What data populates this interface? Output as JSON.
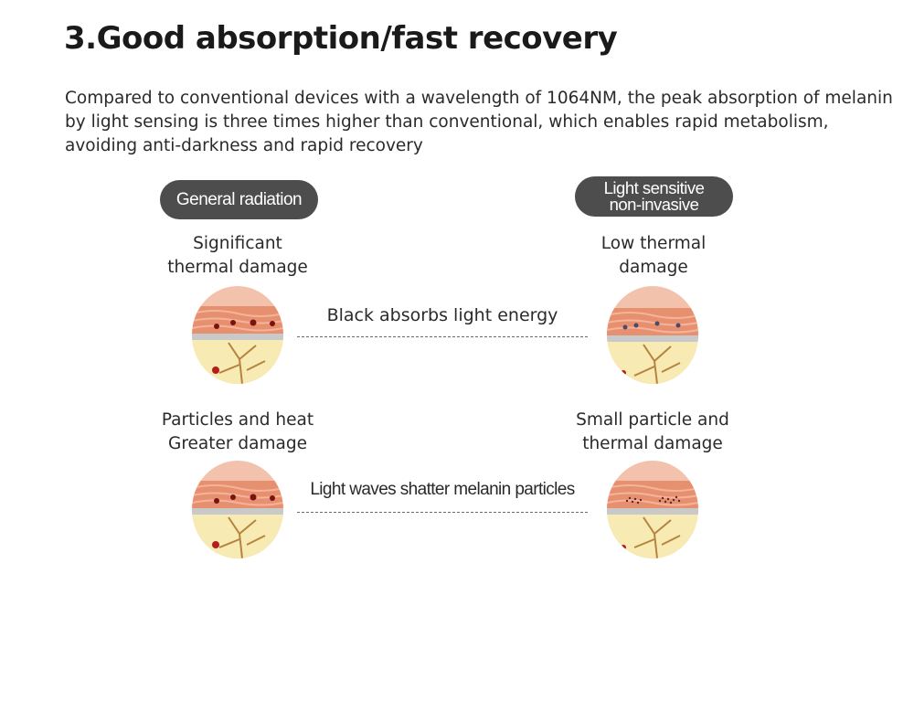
{
  "title": "3.Good absorption/fast recovery",
  "description": "Compared to conventional devices with a wavelength of 1064NM, the peak absorption of melanin by light sensing is three times higher than conventional, which enables rapid metabolism, avoiding anti-darkness and rapid recovery",
  "left_column": {
    "header": "General radiation",
    "row1_caption": [
      "Significant",
      "thermal damage"
    ],
    "row2_caption": [
      "Particles and heat",
      "Greater damage"
    ]
  },
  "right_column": {
    "header": [
      "Light sensitive",
      "non-invasive"
    ],
    "row1_caption": [
      "Low thermal",
      "damage"
    ],
    "row2_caption": [
      "Small particle and",
      "thermal damage"
    ]
  },
  "middle": {
    "row1_label": "Black absorbs light energy",
    "row2_label": "Light waves shatter melanin particles"
  },
  "colors": {
    "pill_bg": "#4d4d4d",
    "skin_top": "#f2b9a0",
    "skin_band": "#e58a6a",
    "tissue": "#f7eab0",
    "vessel": "#b5833f",
    "melanin": "#8a1a1a"
  }
}
